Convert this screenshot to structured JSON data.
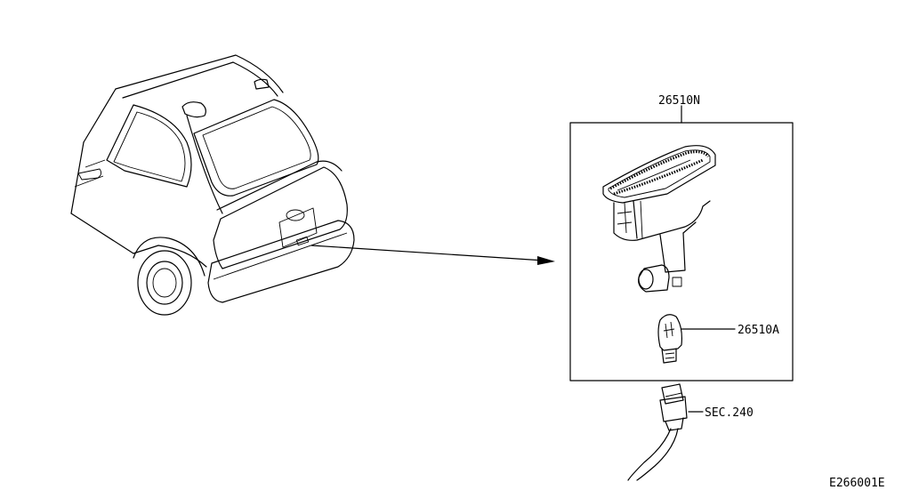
{
  "parts": {
    "lamp_assembly": "26510N",
    "bulb": "26510A",
    "connector_ref": "SEC.240"
  },
  "figure_code": "E266001E"
}
